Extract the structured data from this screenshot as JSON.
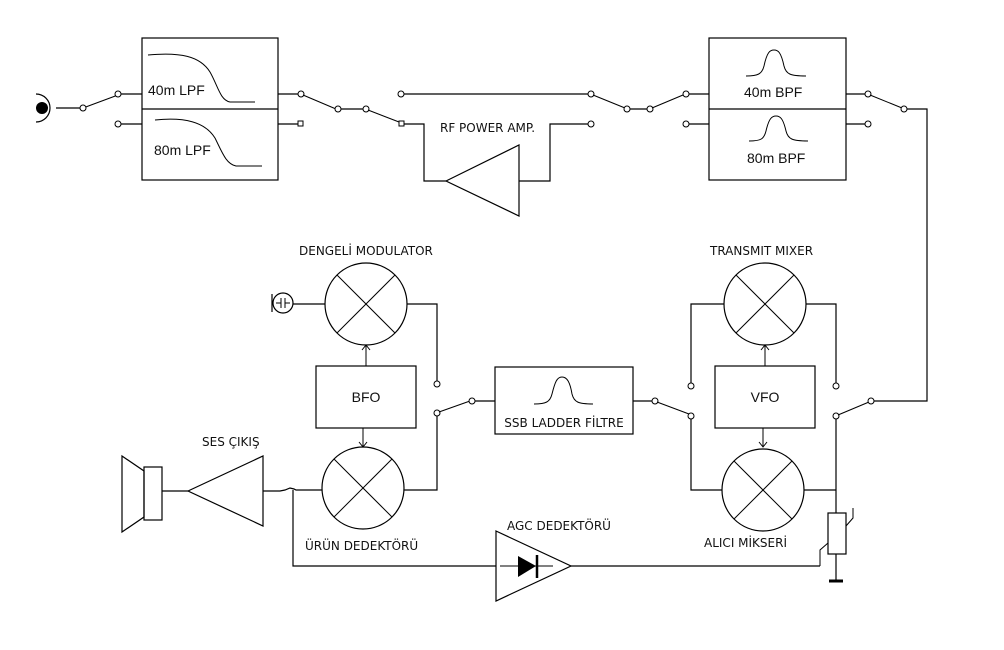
{
  "diagram": {
    "title": "SSB Transceiver Block Diagram",
    "colors": {
      "line": "#000000",
      "background": "#ffffff",
      "text": "#111111"
    },
    "blocks": {
      "lpf40": {
        "label": "40m LPF",
        "icon": "lowpass-curve-icon"
      },
      "lpf80": {
        "label": "80m LPF",
        "icon": "lowpass-curve-icon"
      },
      "rf_amp": {
        "label": "RF POWER AMP.",
        "icon": "amplifier-triangle-icon"
      },
      "bpf40": {
        "label": "40m BPF",
        "icon": "bandpass-curve-icon"
      },
      "bpf80": {
        "label": "80m BPF",
        "icon": "bandpass-curve-icon"
      },
      "bal_mod": {
        "label": "DENGELİ MODULATOR",
        "icon": "mixer-icon"
      },
      "bfo": {
        "label": "BFO"
      },
      "prod_det": {
        "label": "ÜRÜN DEDEKTÖRÜ",
        "icon": "mixer-icon"
      },
      "ssb_filter": {
        "label": "SSB LADDER FİLTRE",
        "icon": "bandpass-curve-icon"
      },
      "tx_mixer": {
        "label": "TRANSMIT MIXER",
        "icon": "mixer-icon"
      },
      "vfo": {
        "label": "VFO"
      },
      "rx_mixer": {
        "label": "ALICI MİKSERİ",
        "icon": "mixer-icon"
      },
      "audio_out": {
        "label": "SES ÇIKIŞ",
        "icon": "amplifier-triangle-icon"
      },
      "agc_det": {
        "label": "AGC DEDEKTÖRÜ",
        "icon": "diode-amplifier-icon"
      },
      "antenna": {
        "icon": "antenna-connector-icon"
      },
      "microphone": {
        "icon": "microphone-icon"
      },
      "speaker": {
        "icon": "speaker-icon"
      },
      "agc_pot": {
        "icon": "variable-resistor-icon"
      },
      "ground": {
        "icon": "ground-icon"
      }
    }
  }
}
